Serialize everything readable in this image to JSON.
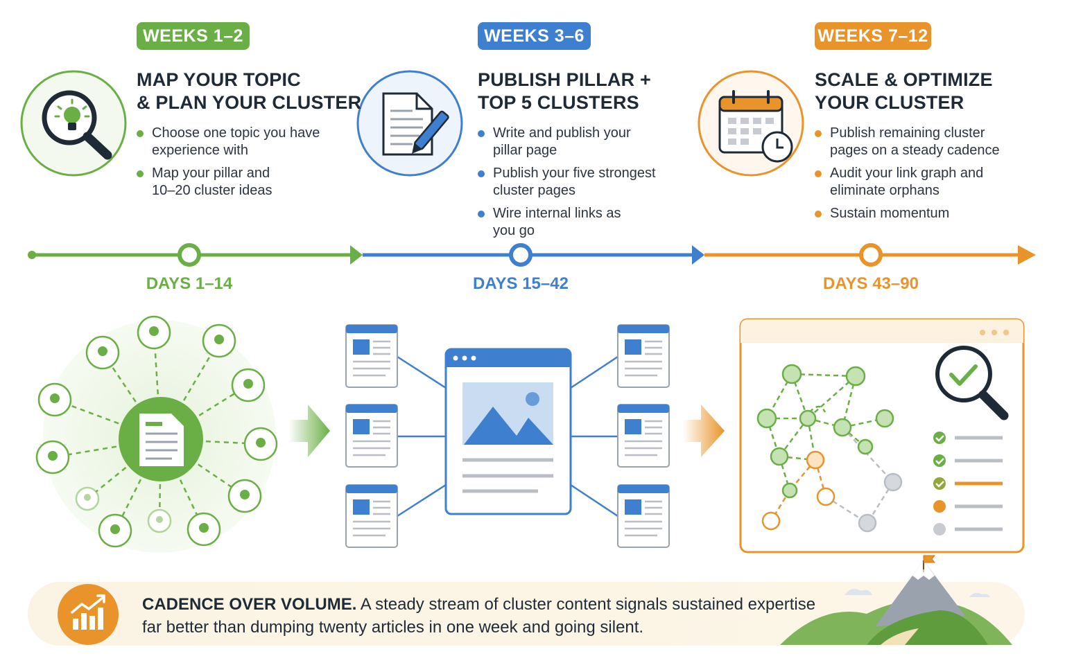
{
  "colors": {
    "green": "#6aaf45",
    "blue": "#3f7fcf",
    "orange": "#e8942a",
    "gray": "#b9bec4"
  },
  "phases": [
    {
      "badge": "WEEKS 1–2",
      "title_line1": "MAP YOUR TOPIC",
      "title_line2": "& PLAN YOUR CLUSTER",
      "icon": "lightbulb-magnifier-icon",
      "bullets": [
        {
          "line1": "Choose one topic you have",
          "line2": "experience with"
        },
        {
          "line1": "Map your pillar and",
          "line2": "10–20 cluster ideas"
        }
      ],
      "days": "DAYS 1–14"
    },
    {
      "badge": "WEEKS 3–6",
      "title_line1": "PUBLISH PILLAR +",
      "title_line2": "TOP 5 CLUSTERS",
      "icon": "document-pen-icon",
      "bullets": [
        {
          "line1": "Write and publish your",
          "line2": "pillar page"
        },
        {
          "line1": "Publish your five strongest",
          "line2": "cluster pages"
        },
        {
          "line1": "Wire internal links as",
          "line2": "you go"
        }
      ],
      "days": "DAYS 15–42"
    },
    {
      "badge": "WEEKS 7–12",
      "title_line1": "SCALE & OPTIMIZE",
      "title_line2": "YOUR CLUSTER",
      "icon": "calendar-clock-icon",
      "bullets": [
        {
          "line1": "Publish remaining cluster",
          "line2": "pages on a steady cadence"
        },
        {
          "line1": "Audit your link graph and",
          "line2": "eliminate orphans"
        },
        {
          "line1": "Sustain momentum",
          "line2": ""
        }
      ],
      "days": "DAYS 43–90"
    }
  ],
  "banner": {
    "icon": "growth-chart-icon",
    "bold": "CADENCE OVER VOLUME.",
    "text": " A steady stream of cluster content signals sustained expertise far better than dumping twenty articles in one week and going silent.",
    "illustration": "mountain-flag-icon"
  }
}
